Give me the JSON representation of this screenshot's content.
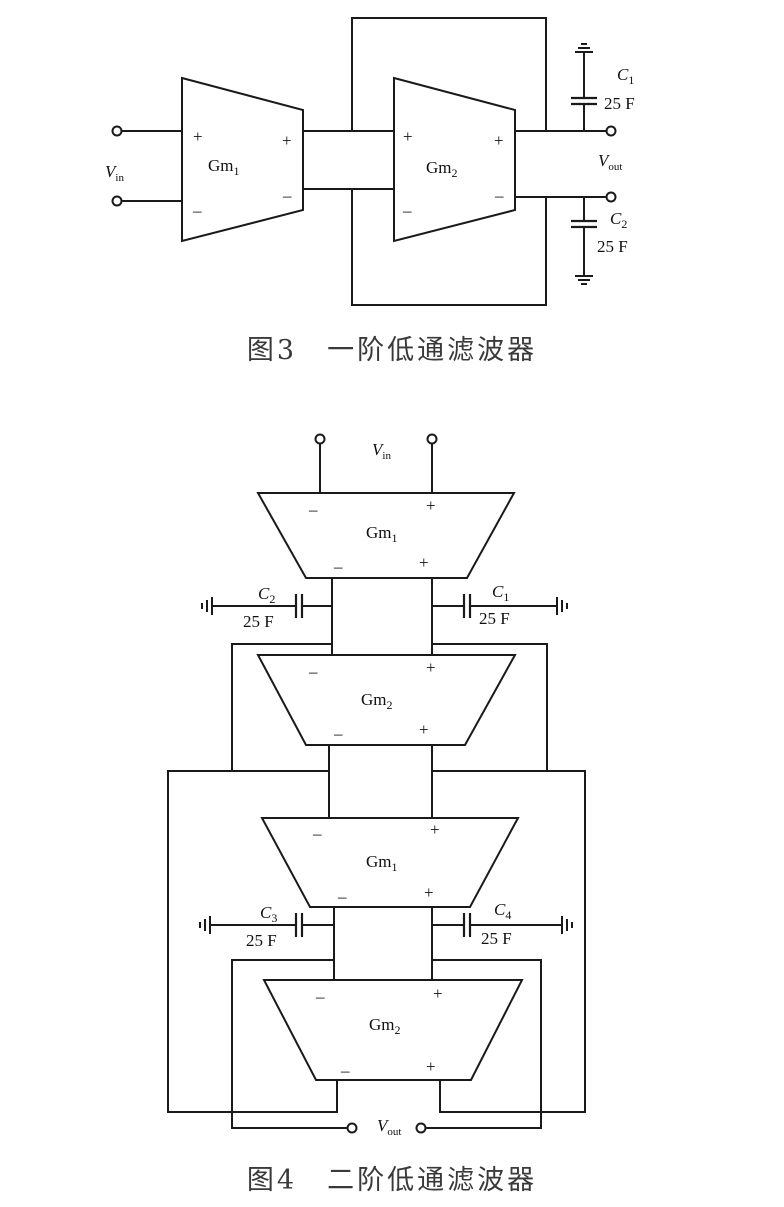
{
  "fig3": {
    "caption": "图3　一阶低通滤波器",
    "gm1": "Gm",
    "gm1_sub": "1",
    "gm2": "Gm",
    "gm2_sub": "2",
    "vin": "V",
    "vin_sub": "in",
    "vout": "V",
    "vout_sub": "out",
    "c1": "C",
    "c1_sub": "1",
    "c1_val": "25  F",
    "c2": "C",
    "c2_sub": "2",
    "c2_val": "25  F",
    "plus": "+",
    "minus": "–"
  },
  "fig4": {
    "caption": "图4　二阶低通滤波器",
    "vin": "V",
    "vin_sub": "in",
    "vout": "V",
    "vout_sub": "out",
    "gm_a": "Gm",
    "gm_a_sub": "1",
    "gm_b": "Gm",
    "gm_b_sub": "2",
    "gm_c": "Gm",
    "gm_c_sub": "1",
    "gm_d": "Gm",
    "gm_d_sub": "2",
    "c1": "C",
    "c1_sub": "1",
    "c1_val": "25  F",
    "c2": "C",
    "c2_sub": "2",
    "c2_val": "25  F",
    "c3": "C",
    "c3_sub": "3",
    "c3_val": "25  F",
    "c4": "C",
    "c4_sub": "4",
    "c4_val": "25  F",
    "plus": "+",
    "minus": "–"
  }
}
